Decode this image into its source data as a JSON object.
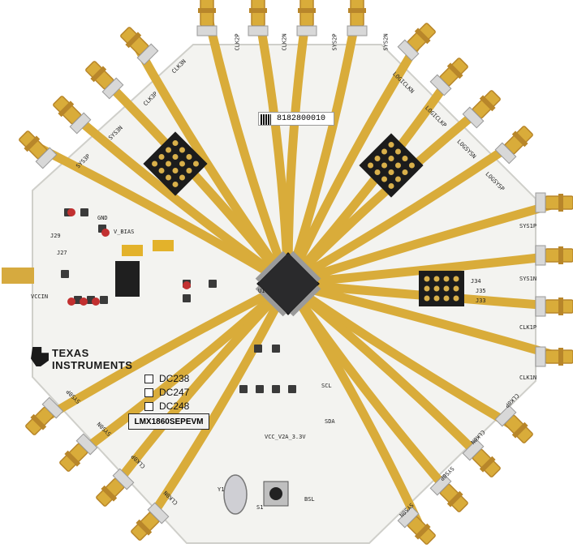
{
  "board": {
    "brand_line1": "TEXAS",
    "brand_line2": "INSTRUMENTS",
    "model": "LMX1860SEPEVM",
    "serial": "8182800010",
    "variants": [
      "DC238",
      "DC247",
      "DC248"
    ],
    "vcc_label": "VCC_V2A_3.3V",
    "chip_label": "U1"
  },
  "connectors_top": [
    "CLK2P",
    "CLK2N",
    "SYS2P",
    "SYS2N"
  ],
  "connectors_left": [
    "CLK3N",
    "CLK3P",
    "SYS3N",
    "SYS3P"
  ],
  "connectors_right": [
    "SYS1P",
    "SYS1N",
    "CLK1P",
    "CLK1N"
  ],
  "connectors_upper_right": [
    "LOGICLKN",
    "LOGICLKP",
    "LOGSYSN",
    "LOGSYSP"
  ],
  "connectors_lower_left": [
    "SYS0P",
    "SYS0N",
    "CLK0P",
    "CLK0N"
  ],
  "connectors_lower_right": [
    "CLK0P",
    "CLK0N",
    "SYS0P",
    "SYS0N"
  ],
  "silkscreen": {
    "vccin": "VCCIN",
    "bsl": "BSL",
    "gnd": "GND",
    "scl": "SCL",
    "sda": "SDA",
    "vbias": "V_BIAS",
    "j29": "J29",
    "j27": "J27",
    "j34": "J34",
    "j35": "J35",
    "j33": "J33",
    "y1": "Y1",
    "s1": "S1"
  },
  "colors": {
    "board": "#f3f3f0",
    "gold": "#d9ac3a",
    "gold_dark": "#b8862a",
    "chip": "#2a2a2c",
    "silk": "#1a1a1a"
  }
}
